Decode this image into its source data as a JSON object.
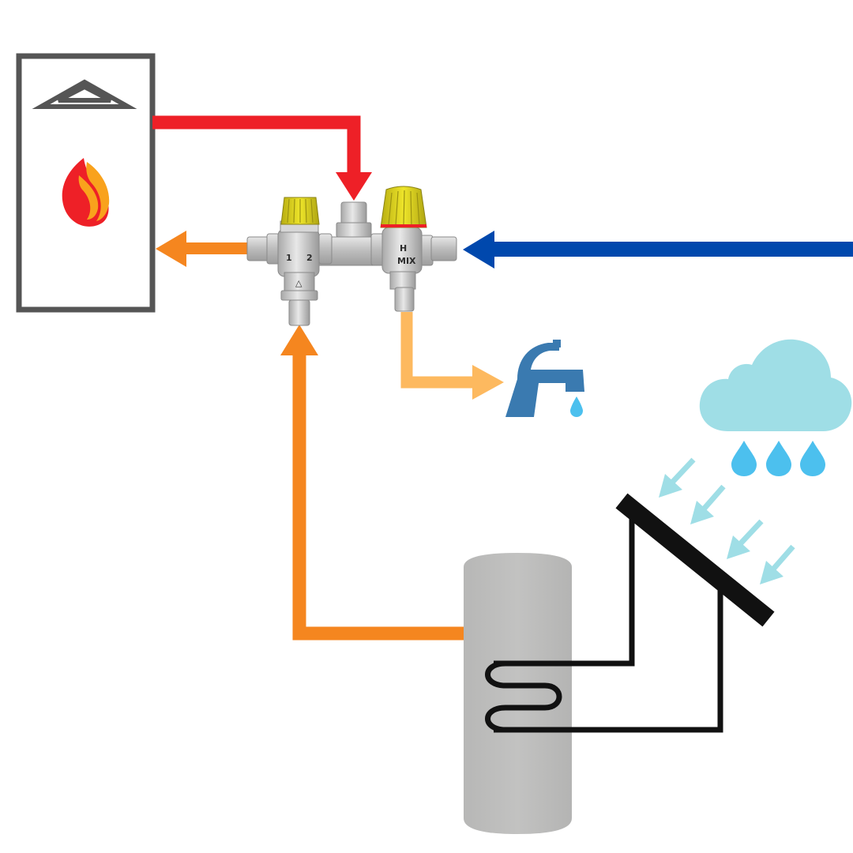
{
  "colors": {
    "boiler_outline": "#555555",
    "hot_supply": "#ee2027",
    "mixed_to_boiler": "#f5861f",
    "solar_preheated": "#f5861f",
    "cold_inlet": "#0048ad",
    "tap_water": "#fdb95f",
    "tap": "#3a7ab0",
    "water_drop": "#4cc0ee",
    "cloud": "#9fdee6",
    "rain_arrows": "#9fdee6",
    "tank": "#bdbdbc",
    "solar_loop": "#111111",
    "valve_knob": "#e3da1f",
    "valve_body": "#c9c9c9"
  },
  "icons": {
    "boiler": "boiler-icon",
    "flame": "flame-icon",
    "tap": "tap-icon",
    "cloud": "rain-cloud-icon",
    "tank": "storage-tank-icon",
    "collector": "solar-collector-icon"
  },
  "valve_diverter": {
    "port_1": "1",
    "port_2": "2",
    "port_3_mark": "△"
  },
  "valve_mixer": {
    "mark_top": "H",
    "mark_side": "MIX"
  }
}
